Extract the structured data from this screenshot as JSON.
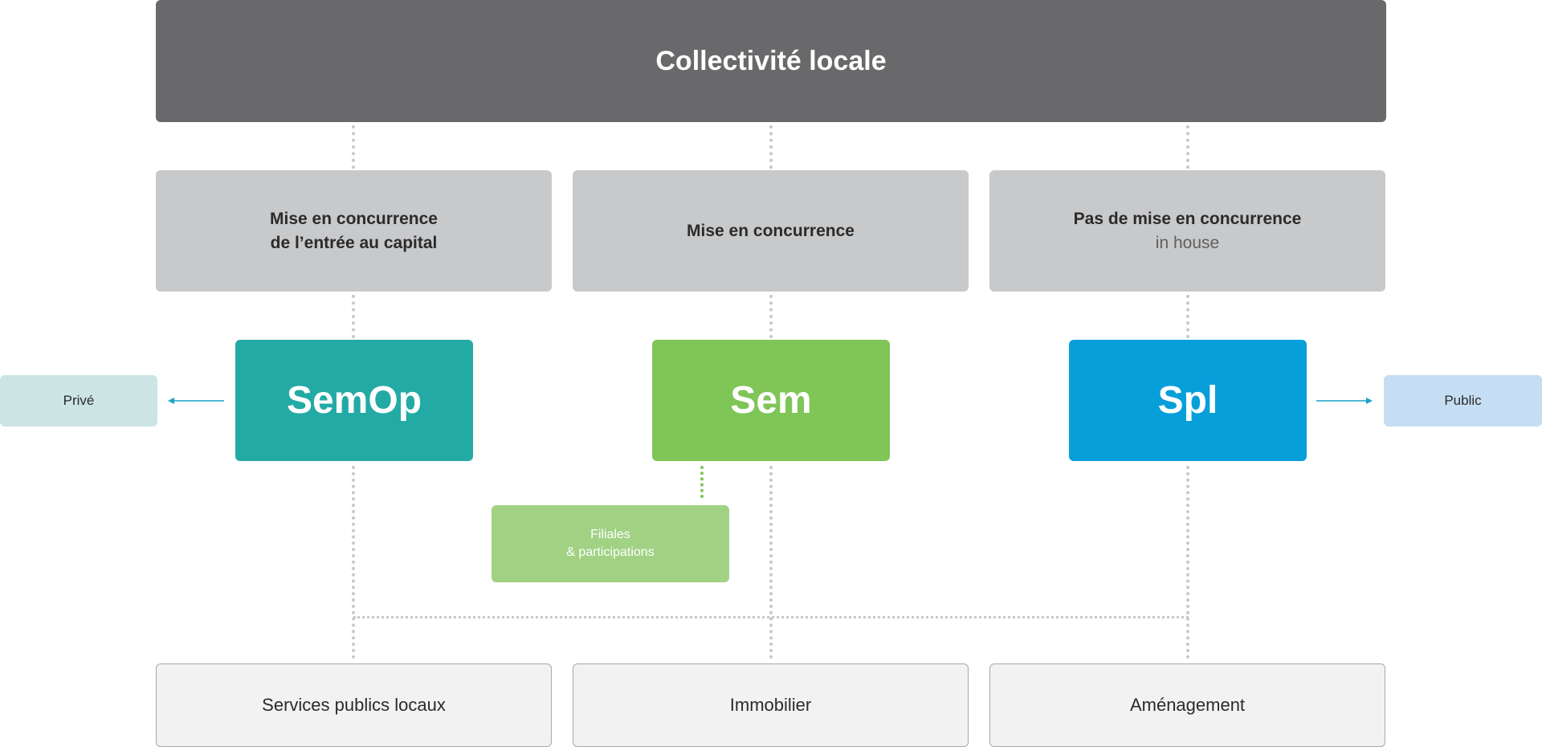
{
  "top": {
    "title": "Collectivité locale"
  },
  "modes": [
    {
      "line1": "Mise en concurrence",
      "line2": "de l’entrée au capital"
    },
    {
      "line1": "Mise en concurrence",
      "line2": ""
    },
    {
      "line1": "Pas de mise en concurrence",
      "line2": "in house"
    }
  ],
  "entities": [
    {
      "label": "SemOp",
      "color": "#24aaa5"
    },
    {
      "label": "Sem",
      "color": "#80c557"
    },
    {
      "label": "Spl",
      "color": "#079fda"
    }
  ],
  "side_left": {
    "label": "Privé",
    "color": "#cde4e4"
  },
  "side_right": {
    "label": "Public",
    "color": "#c5def3"
  },
  "filiales": {
    "line1": "Filiales",
    "line2": "& participations"
  },
  "domains": [
    "Services publics locaux",
    "Immobilier",
    "Aménagement"
  ],
  "colors": {
    "arrow": "#1aa3c8",
    "connector": "#c8c8c8",
    "filiales_connector": "#80c557"
  }
}
